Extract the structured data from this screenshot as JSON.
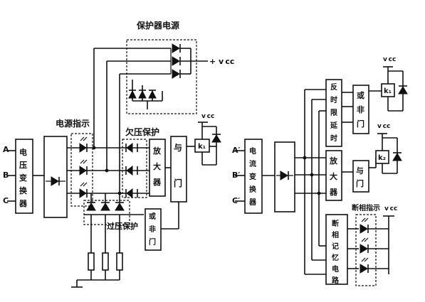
{
  "left": {
    "title_power": "保护器电源",
    "vcc_plus": "+ v cc",
    "vcc_small": "v cc",
    "label_power_indicator": "电源指示",
    "label_undervoltage": "欠压保护",
    "label_overvoltage": "过压保护",
    "phase_a": "A",
    "phase_b": "B",
    "phase_c": "C",
    "block_transformer": [
      "电",
      "压",
      "变",
      "换",
      "器"
    ],
    "block_amplifier": [
      "放",
      "大",
      "器"
    ],
    "block_and": [
      "与",
      "门"
    ],
    "block_or_not": [
      "或",
      "非",
      "门"
    ],
    "relay": "k₁"
  },
  "right": {
    "vcc1": "v cc",
    "vcc2": "v cc",
    "vcc3": "v cc",
    "label_phase_loss": "断相指示",
    "phase_a": "A′",
    "phase_b": "B′",
    "phase_c": "C′",
    "block_transformer": [
      "电",
      "流",
      "变",
      "换",
      "器"
    ],
    "block_delay": [
      "反",
      "时",
      "限",
      "延",
      "时"
    ],
    "block_or_not": [
      "或",
      "非",
      "门"
    ],
    "block_amplifier": [
      "放",
      "大",
      "器"
    ],
    "block_and": [
      "与",
      "门"
    ],
    "block_memory": [
      "断",
      "相",
      "记",
      "忆",
      "电",
      "路"
    ],
    "relay1": "k₁",
    "relay2": "k₂"
  }
}
